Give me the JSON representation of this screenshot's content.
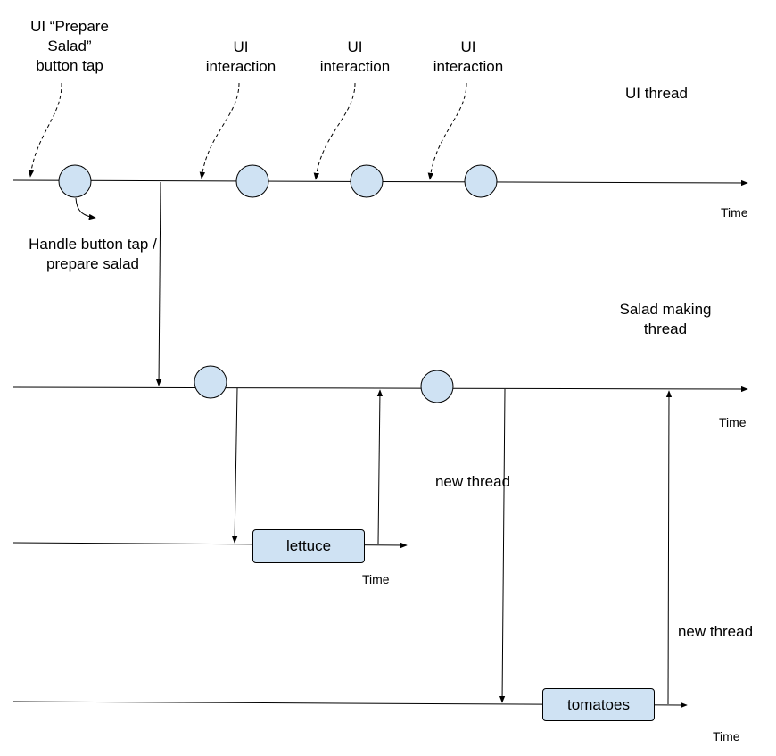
{
  "colors": {
    "node_fill": "#cfe2f3",
    "box_fill": "#cfe2f3",
    "stroke": "#000000"
  },
  "labels": {
    "button_tap": [
      "UI “Prepare",
      "Salad”",
      "button tap"
    ],
    "ui_interaction_1": [
      "UI",
      "interaction"
    ],
    "ui_interaction_2": [
      "UI",
      "interaction"
    ],
    "ui_interaction_3": [
      "UI",
      "interaction"
    ],
    "ui_thread": "UI thread",
    "handle_tap": [
      "Handle button tap /",
      "prepare salad"
    ],
    "salad_thread": [
      "Salad making",
      "thread"
    ],
    "new_thread_1": "new thread",
    "new_thread_2": "new thread"
  },
  "timelines": {
    "ui_time": "Time",
    "salad_time": "Time",
    "lettuce_time": "Time",
    "tomatoes_time": "Time"
  },
  "tasks": {
    "lettuce": "lettuce",
    "tomatoes": "tomatoes"
  }
}
